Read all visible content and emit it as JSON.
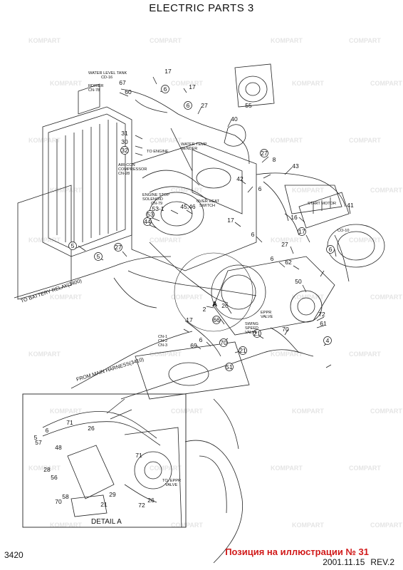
{
  "title": "ELECTRIC PARTS 3",
  "page_number": "3420",
  "caption_ru": "Позиция на иллюстрации № 31",
  "date": "2001.11.15",
  "revision": "REV.2",
  "detail_title": "DETAIL A",
  "section_marker": "A",
  "watermark_word": "KOMPART",
  "watermark_word2": "COMPART",
  "part_labels": [
    "17",
    "6",
    "17",
    "67",
    "60",
    "6",
    "27",
    "55",
    "31",
    "30",
    "32",
    "40",
    "27",
    "8",
    "43",
    "42",
    "6",
    "53-1",
    "45,46",
    "53",
    "44",
    "5",
    "16",
    "41",
    "17",
    "6",
    "17",
    "6",
    "27",
    "27",
    "5",
    "6",
    "62",
    "50",
    "26",
    "2",
    "66",
    "72",
    "61",
    "70",
    "17",
    "21",
    "4",
    "69",
    "6",
    "70",
    "21",
    "51",
    "5",
    "6",
    "71",
    "26",
    "48",
    "57",
    "28",
    "56",
    "71",
    "29",
    "58",
    "70",
    "21",
    "72",
    "26"
  ],
  "callouts": {
    "water_level_tank": "WATER LEVEL TANK",
    "water_level_tank_cn": "CD-16",
    "rdrier": "RDRIER",
    "rdrier_cn": "CN-78",
    "to_engine": "TO ENGINE",
    "water_temp": "WATER TEMP",
    "water_temp2": "SENDER",
    "aircon": "AIR-CON",
    "aircon2": "COMPRESSOR",
    "aircon_cn": "CN-28",
    "engine_stop": "ENGINE STOP",
    "engine_stop2": "SOLENOID",
    "engine_stop_cn": "CN-79",
    "over_heat": "OVER HEAT",
    "over_heat2": "SWITCH",
    "start_motor": "START MOTOR",
    "co10": "CO-10",
    "to_battery": "TO BATTERY RELAY(3400)",
    "from_main": "FROM MAIN HARNESS(3410)",
    "eppr": "EPPR",
    "eppr2": "VALVE",
    "swing": "SWING",
    "swing2": "SPEED",
    "swing3": "VALVE",
    "cn1": "CN-1",
    "cn2": "CN-2",
    "cn3": "CN-3",
    "to_eppr": "TO. EPPR",
    "to_eppr2": "VALVE"
  }
}
